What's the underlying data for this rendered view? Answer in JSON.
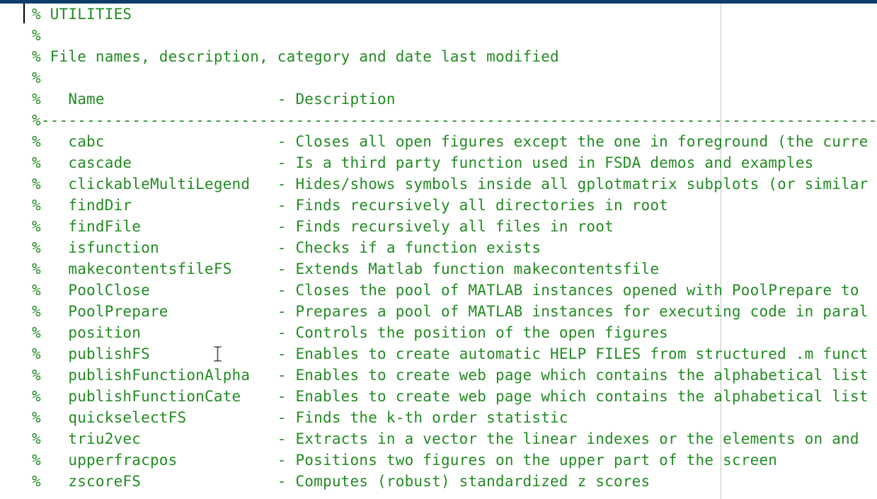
{
  "colors": {
    "comment_green": "#228b22",
    "window_accent_blue": "#0d3d6b",
    "ruler_gray": "#c6c6c6",
    "caret_black": "#000000"
  },
  "icons": {
    "mouse_cursor": "i-beam-cursor",
    "text_cursor": "caret"
  },
  "editor": {
    "lines": [
      "% UTILITIES",
      "%",
      "% File names, description, category and date last modified",
      "%",
      "%   Name                   - Description",
      "%------------------------------------------------------------------------------------------------",
      "%   cabc                   - Closes all open figures except the one in foreground (the curre",
      "%   cascade                - Is a third party function used in FSDA demos and examples",
      "%   clickableMultiLegend   - Hides/shows symbols inside all gplotmatrix subplots (or similar",
      "%   findDir                - Finds recursively all directories in root",
      "%   findFile               - Finds recursively all files in root",
      "%   isfunction             - Checks if a function exists",
      "%   makecontentsfileFS     - Extends Matlab function makecontentsfile",
      "%   PoolClose              - Closes the pool of MATLAB instances opened with PoolPrepare to",
      "%   PoolPrepare            - Prepares a pool of MATLAB instances for executing code in paral",
      "%   position               - Controls the position of the open figures",
      "%   publishFS              - Enables to create automatic HELP FILES from structured .m funct",
      "%   publishFunctionAlpha   - Enables to create web page which contains the alphabetical list",
      "%   publishFunctionCate    - Enables to create web page which contains the alphabetical list",
      "%   quickselectFS          - Finds the k-th order statistic",
      "%   triu2vec               - Extracts in a vector the linear indexes or the elements on and",
      "%   upperfracpos           - Positions two figures on the upper part of the screen",
      "%   zscoreFS               - Computes (robust) standardized z scores"
    ]
  }
}
